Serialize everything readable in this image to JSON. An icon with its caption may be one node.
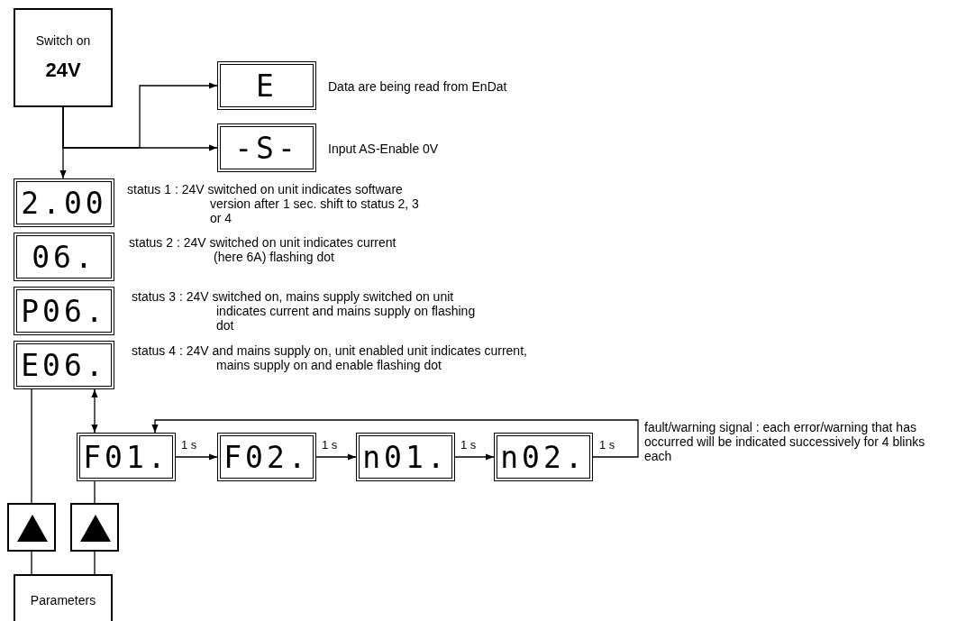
{
  "diagram": {
    "nodes": [
      {
        "text": [
          "Switch on",
          "24V"
        ]
      },
      {
        "text": [
          "E"
        ],
        "beside": [
          "Data are being read from EnDat"
        ]
      },
      {
        "text": [
          "-S-"
        ],
        "beside": [
          "Input AS-Enable 0V"
        ]
      },
      {
        "text": [
          "2.00"
        ],
        "beside": [
          "status 1 : 24V switched on unit indicates software version after 1 sec. shift to status 2, 3 or 4"
        ]
      },
      {
        "text": [
          "06."
        ],
        "beside": [
          "status 2 : 24V switched on unit indicates current (here 6A) flashing dot"
        ]
      },
      {
        "text": [
          "P06."
        ],
        "beside": [
          "status 3 : 24V switched on, mains supply switched on unit indicates current and mains supply on flashing dot"
        ]
      },
      {
        "text": [
          "E06."
        ],
        "beside": [
          "status 4 : 24V and mains supply on, unit enabled unit indicates current, mains supply on and enable flashing dot"
        ]
      },
      {
        "text": [
          "F01."
        ]
      },
      {
        "text": [
          "F02."
        ]
      },
      {
        "text": [
          "n01."
        ]
      },
      {
        "text": [
          "n02."
        ]
      },
      {
        "text": [],
        "shape": "box"
      },
      {
        "text": [],
        "shape": "box"
      },
      {
        "text": [
          "Parameters"
        ]
      }
    ],
    "edges": [
      {
        "from": 0,
        "to": 1,
        "arrow": "to"
      },
      {
        "from": 0,
        "to": 2,
        "arrow": "to"
      },
      {
        "from": 0,
        "to": 3,
        "arrow": "to"
      },
      {
        "from": 6,
        "to": 7,
        "arrow": "both"
      },
      {
        "from": 6,
        "to": 11,
        "arrow": "none"
      },
      {
        "from": 7,
        "to": 8,
        "arrow": "to",
        "label": "1 s"
      },
      {
        "from": 8,
        "to": 9,
        "arrow": "to",
        "label": "1 s"
      },
      {
        "from": 9,
        "to": 10,
        "arrow": "to",
        "label": "1 s"
      },
      {
        "from": 10,
        "to": 7,
        "arrow": "to",
        "label": "1 s"
      },
      {
        "from": 12,
        "to": 7,
        "arrow": "none"
      },
      {
        "from": 11,
        "to": 13,
        "arrow": "none"
      },
      {
        "from": 12,
        "to": 13,
        "arrow": "none"
      }
    ],
    "labels": [
      "fault/warning signal : each error/warning that has occurred will be indicated successively for 4 blinks each"
    ]
  }
}
